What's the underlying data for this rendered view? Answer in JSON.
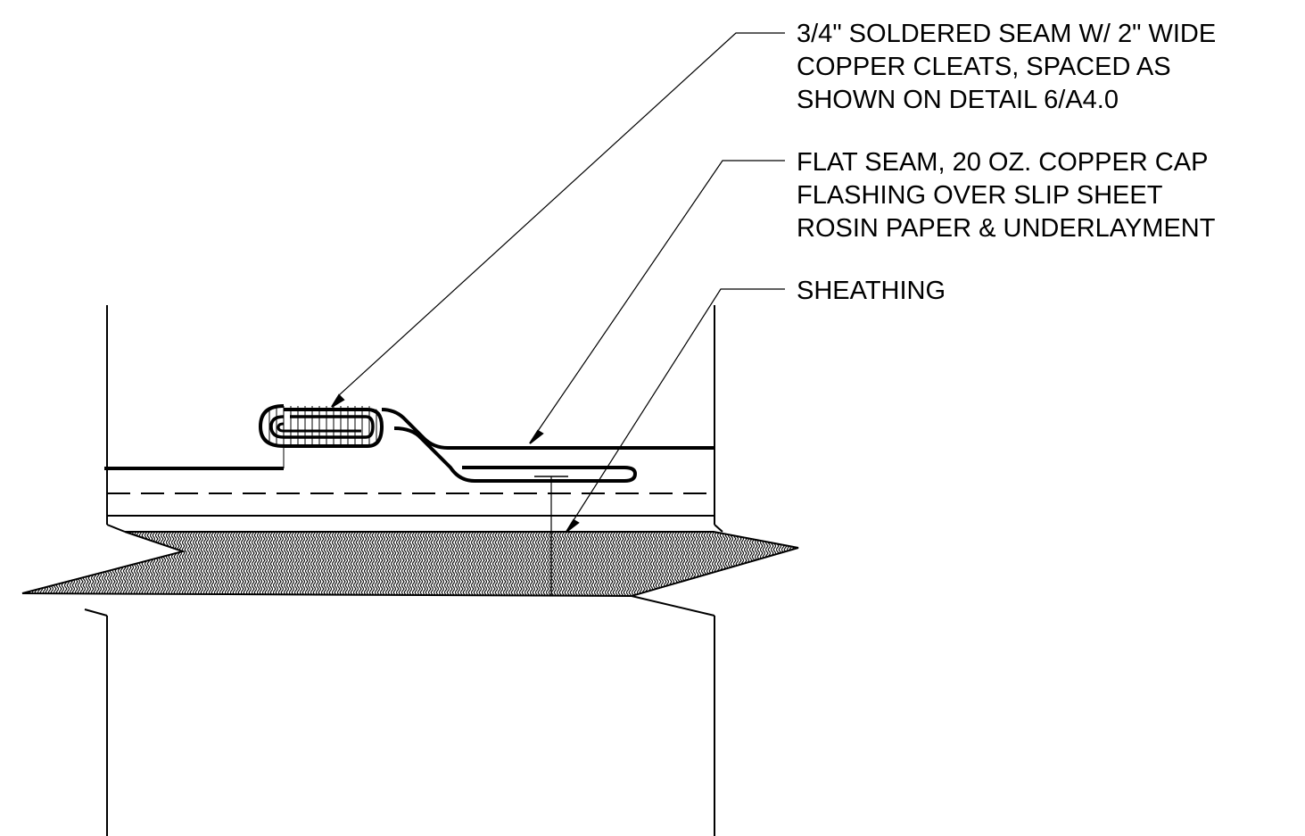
{
  "colors": {
    "background": "#ffffff",
    "line": "#000000"
  },
  "callouts": [
    {
      "id": "soldered-seam",
      "lines": [
        "3/4\" SOLDERED SEAM W/ 2\" WIDE",
        "COPPER CLEATS, SPACED AS",
        "SHOWN ON DETAIL 6/A4.0"
      ]
    },
    {
      "id": "flat-seam",
      "lines": [
        "FLAT SEAM, 20 OZ. COPPER CAP",
        "FLASHING OVER SLIP SHEET",
        "ROSIN PAPER & UNDERLAYMENT"
      ]
    },
    {
      "id": "sheathing",
      "lines": [
        "SHEATHING"
      ]
    }
  ]
}
